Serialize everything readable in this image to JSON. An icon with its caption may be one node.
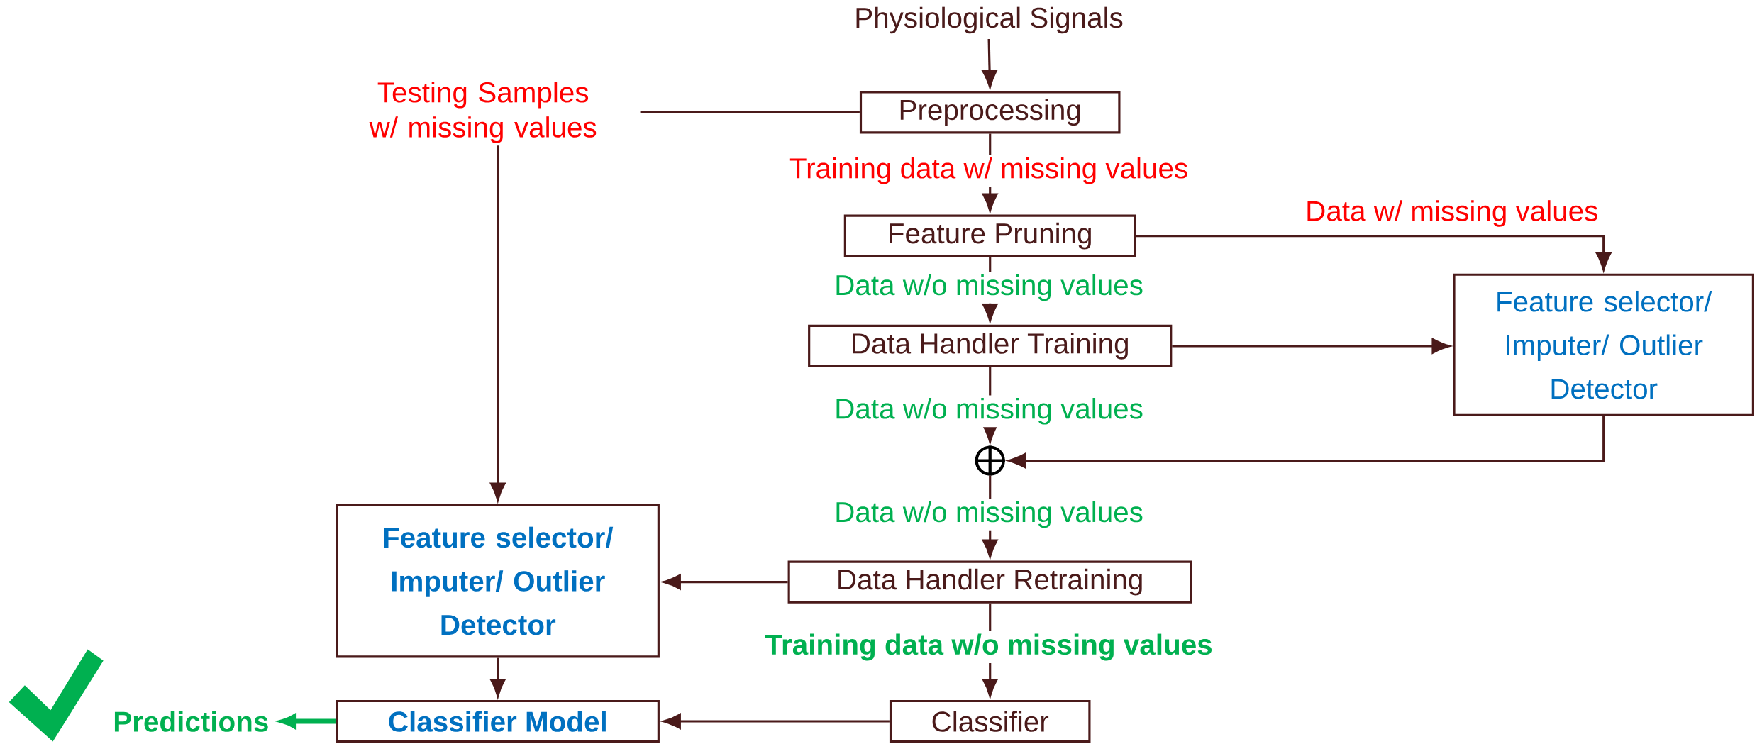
{
  "diagram": {
    "nodes": [
      {
        "text": [
          "Physiological Signals"
        ]
      },
      {
        "text": [
          "Preprocessing"
        ]
      },
      {
        "text": [
          "Feature Pruning"
        ]
      },
      {
        "text": [
          "Data Handler Training"
        ]
      },
      {
        "text": [
          "Feature selector/ Imputer/ Outlier Detector"
        ]
      },
      {
        "text": [],
        "shape": "circle"
      },
      {
        "text": [
          "Feature selector/ Imputer/ Outlier Detector"
        ]
      },
      {
        "text": [
          "Data Handler Retraining"
        ]
      },
      {
        "text": [
          "Classifier Model"
        ]
      },
      {
        "text": [
          "Classifier"
        ]
      },
      {
        "text": [
          "Predictions"
        ]
      }
    ],
    "edges": [
      {
        "from": 0,
        "to": 1,
        "arrow": "to"
      },
      {
        "from": 1,
        "to": 6,
        "arrow": "to",
        "label": "Testing Samples w/ missing values"
      },
      {
        "from": 1,
        "to": 2,
        "arrow": "to",
        "label": "Training data w/ missing values"
      },
      {
        "from": 2,
        "to": 4,
        "arrow": "to",
        "label": "Data w/ missing values"
      },
      {
        "from": 2,
        "to": 3,
        "arrow": "to",
        "label": "Data w/o missing values"
      },
      {
        "from": 3,
        "to": 4,
        "arrow": "to"
      },
      {
        "from": 3,
        "to": 5,
        "arrow": "to",
        "label": "Data w/o missing values"
      },
      {
        "from": 4,
        "to": 5,
        "arrow": "to"
      },
      {
        "from": 5,
        "to": 7,
        "arrow": "to",
        "label": "Data w/o missing values"
      },
      {
        "from": 7,
        "to": 6,
        "arrow": "to"
      },
      {
        "from": 7,
        "to": 9,
        "arrow": "to",
        "label": "Training data w/o missing values"
      },
      {
        "from": 9,
        "to": 8,
        "arrow": "to"
      },
      {
        "from": 6,
        "to": 8,
        "arrow": "to"
      },
      {
        "from": 8,
        "to": 10,
        "arrow": "to",
        "style": "thick",
        "color": "#00b050"
      }
    ]
  }
}
